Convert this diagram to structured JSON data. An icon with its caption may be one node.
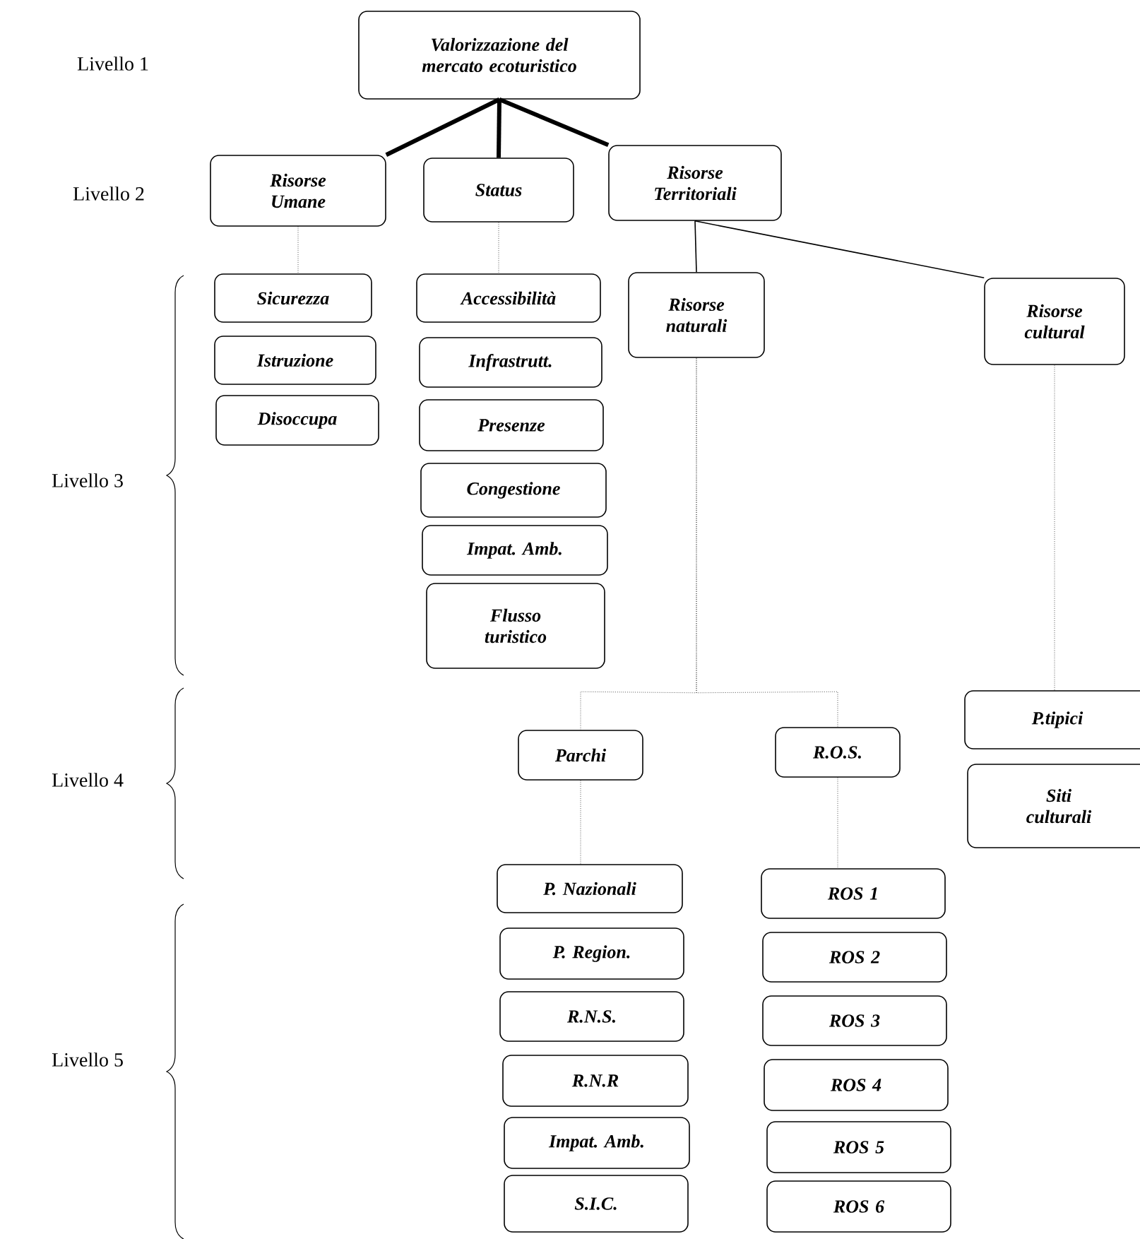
{
  "diagram": {
    "nodes": [
      {
        "text": [
          "Valorizzazione del mercato ecoturistico"
        ]
      },
      {
        "text": [
          "Risorse Umane"
        ]
      },
      {
        "text": [
          "Status"
        ]
      },
      {
        "text": [
          "Risorse Territoriali"
        ]
      },
      {
        "text": [
          "Sicurezza"
        ]
      },
      {
        "text": [
          "Istruzione"
        ]
      },
      {
        "text": [
          "Disoccupa"
        ]
      },
      {
        "text": [
          "Accessibilità"
        ]
      },
      {
        "text": [
          "Infrastrutt."
        ]
      },
      {
        "text": [
          "Presenze"
        ]
      },
      {
        "text": [
          "Congestione"
        ]
      },
      {
        "text": [
          "Impat. Amb."
        ]
      },
      {
        "text": [
          "Flusso turistico"
        ]
      },
      {
        "text": [
          "Risorse naturali"
        ]
      },
      {
        "text": [
          "Risorse cultural"
        ]
      },
      {
        "text": [
          "Parchi"
        ]
      },
      {
        "text": [
          "R.O.S."
        ]
      },
      {
        "text": [
          "P.tipici"
        ]
      },
      {
        "text": [
          "Siti culturali"
        ]
      },
      {
        "text": [
          "P. Nazionali"
        ]
      },
      {
        "text": [
          "P. Region."
        ]
      },
      {
        "text": [
          "R.N.S."
        ]
      },
      {
        "text": [
          "R.N.R"
        ]
      },
      {
        "text": [
          "Impat. Amb."
        ]
      },
      {
        "text": [
          "S.I.C."
        ]
      },
      {
        "text": [
          "ROS 1"
        ]
      },
      {
        "text": [
          "ROS 2"
        ]
      },
      {
        "text": [
          "ROS 3"
        ]
      },
      {
        "text": [
          "ROS 4"
        ]
      },
      {
        "text": [
          "ROS 5"
        ]
      },
      {
        "text": [
          "ROS 6"
        ]
      }
    ],
    "edges": [
      {
        "from": 0,
        "to": 1,
        "arrow": "none",
        "style": "thick"
      },
      {
        "from": 0,
        "to": 2,
        "arrow": "none",
        "style": "thick"
      },
      {
        "from": 0,
        "to": 3,
        "arrow": "none",
        "style": "thick"
      },
      {
        "from": 1,
        "to": 4,
        "arrow": "none",
        "style": "dashed"
      },
      {
        "from": 2,
        "to": 7,
        "arrow": "none",
        "style": "dashed"
      },
      {
        "from": 3,
        "to": 13,
        "arrow": "none"
      },
      {
        "from": 3,
        "to": 14,
        "arrow": "none"
      },
      {
        "from": 13,
        "to": 15,
        "arrow": "none",
        "style": "dashed"
      },
      {
        "from": 13,
        "to": 16,
        "arrow": "none",
        "style": "dashed"
      },
      {
        "from": 14,
        "to": 17,
        "arrow": "none",
        "style": "dashed"
      },
      {
        "from": 15,
        "to": 19,
        "arrow": "none",
        "style": "dashed"
      },
      {
        "from": 16,
        "to": 25,
        "arrow": "none",
        "style": "dashed"
      }
    ],
    "labels": [
      "Livello 1",
      "Livello 2",
      "Livello 3",
      "Livello 4",
      "Livello 5"
    ]
  }
}
